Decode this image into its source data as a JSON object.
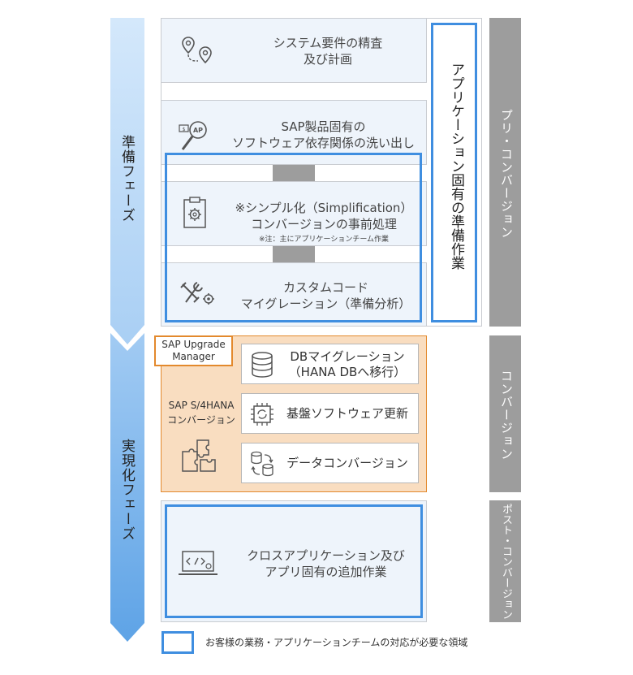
{
  "phases": {
    "prep": "準備フェーズ",
    "realize": "実現化フェーズ"
  },
  "prep_steps": {
    "s1_line1": "システム要件の精査",
    "s1_line2": "及び計画",
    "s2_line1": "SAP製品固有の",
    "s2_line2": "ソフトウェア依存関係の洗い出し",
    "s3_line1": "※シンプル化（Simplification）",
    "s3_line2": "コンバージョンの事前処理",
    "s3_note": "※注：主にアプリケーションチーム作業",
    "s4_line1": "カスタムコード",
    "s4_line2": "マイグレーション（準備分析）",
    "app_prep_vertical": "アプリケーション固有の準備作業"
  },
  "conversion": {
    "sum_line1": "SAP Upgrade",
    "sum_line2": "Manager",
    "s4hana_line1": "SAP S/4HANA",
    "s4hana_line2": "コンバージョン",
    "db_line1": "DBマイグレーション",
    "db_line2": "（HANA DBへ移行）",
    "infra": "基盤ソフトウェア更新",
    "data": "データコンバージョン"
  },
  "post": {
    "line1": "クロスアプリケーション及び",
    "line2": "アプリ固有の追加作業"
  },
  "right_bars": {
    "pre": "プリ・コンバージョン",
    "conv": "コンバージョン",
    "post": "ポスト・コンバージョン"
  },
  "legend": {
    "text": "お客様の業務・アプリケーションチームの対応が必要な領域"
  },
  "colors": {
    "blue_frame": "#3f8ee0",
    "orange": "#e3892d",
    "orange_fill": "#f9ddc0",
    "grey": "#9d9d9d",
    "arrow_light": "#c6e0f8",
    "arrow_mid": "#7db5ec"
  }
}
